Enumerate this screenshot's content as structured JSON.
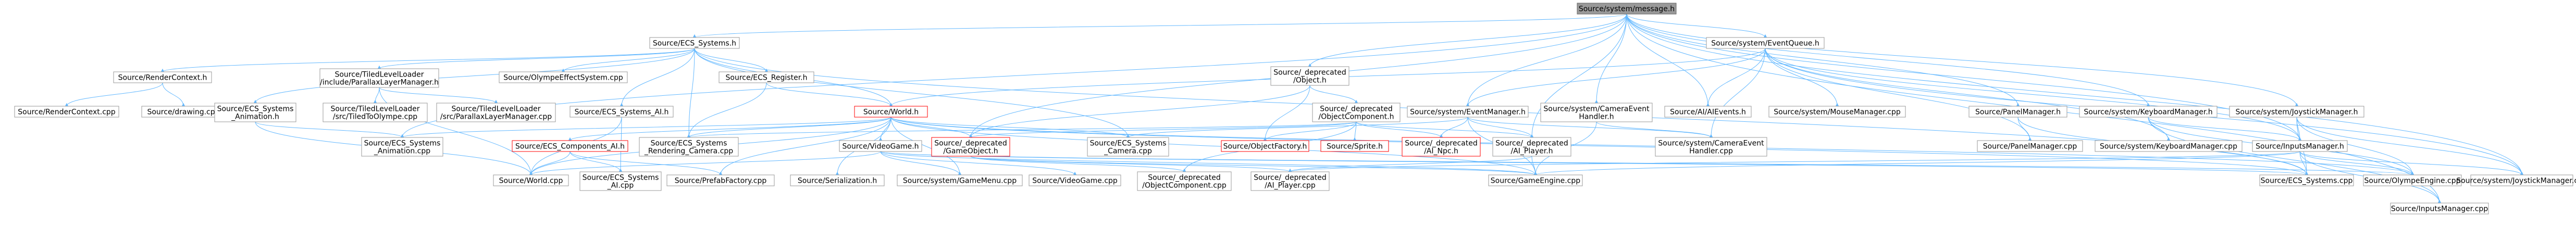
{
  "graph": {
    "title": "Source/system/message.h include dependency graph",
    "colors": {
      "edge": "#63b8ff",
      "normal_fill": "#ffffff",
      "normal_stroke": "#999999",
      "root_fill": "#999999",
      "root_stroke": "#666666",
      "highlight_stroke": "#ff0000"
    },
    "nodes": [
      {
        "id": "message_h",
        "label": "Source/system/message.h",
        "style": "root"
      },
      {
        "id": "ecs_systems_h",
        "label": "Source/ECS_Systems.h"
      },
      {
        "id": "render_context_h",
        "label": "Source/RenderContext.h"
      },
      {
        "id": "tiled_parallax_h",
        "label": "Source/TiledLevelLoader\n/include/ParallaxLayerManager.h"
      },
      {
        "id": "olympe_effect_cpp",
        "label": "Source/OlympeEffectSystem.cpp"
      },
      {
        "id": "ecs_register_h",
        "label": "Source/ECS_Register.h"
      },
      {
        "id": "deprecated_object_h",
        "label": "Source/_deprecated\n/Object.h"
      },
      {
        "id": "event_queue_h",
        "label": "Source/system/EventQueue.h"
      },
      {
        "id": "render_context_cpp",
        "label": "Source/RenderContext.cpp"
      },
      {
        "id": "drawing_cpp",
        "label": "Source/drawing.cpp"
      },
      {
        "id": "ecs_animation_h",
        "label": "Source/ECS_Systems\n_Animation.h"
      },
      {
        "id": "tiled_to_olympe_cpp",
        "label": "Source/TiledLevelLoader\n/src/TiledToOlympe.cpp"
      },
      {
        "id": "tiled_parallax_cpp",
        "label": "Source/TiledLevelLoader\n/src/ParallaxLayerManager.cpp"
      },
      {
        "id": "ecs_ai_h",
        "label": "Source/ECS_Systems_AI.h"
      },
      {
        "id": "world_h",
        "label": "Source/World.h",
        "style": "highlight"
      },
      {
        "id": "deprecated_objectcomponent_h",
        "label": "Source/_deprecated\n/ObjectComponent.h"
      },
      {
        "id": "event_manager_h",
        "label": "Source/system/EventManager.h"
      },
      {
        "id": "camera_event_handler_h",
        "label": "Source/system/CameraEvent\nHandler.h"
      },
      {
        "id": "ai_events_h",
        "label": "Source/AI/AIEvents.h"
      },
      {
        "id": "mouse_manager_cpp",
        "label": "Source/system/MouseManager.cpp"
      },
      {
        "id": "panel_manager_h",
        "label": "Source/PanelManager.h"
      },
      {
        "id": "keyboard_manager_h",
        "label": "Source/system/KeyboardManager.h"
      },
      {
        "id": "joystick_manager_h",
        "label": "Source/system/JoystickManager.h"
      },
      {
        "id": "ecs_animation_cpp",
        "label": "Source/ECS_Systems\n_Animation.cpp"
      },
      {
        "id": "ecs_components_ai_h",
        "label": "Source/ECS_Components_AI.h",
        "style": "highlight"
      },
      {
        "id": "ecs_rendering_camera_cpp",
        "label": "Source/ECS_Systems\n_Rendering_Camera.cpp"
      },
      {
        "id": "videogame_h",
        "label": "Source/VideoGame.h"
      },
      {
        "id": "deprecated_gameobject_h",
        "label": "Source/_deprecated\n/GameObject.h",
        "style": "highlight"
      },
      {
        "id": "ecs_camera_cpp",
        "label": "Source/ECS_Systems\n_Camera.cpp"
      },
      {
        "id": "object_factory_h",
        "label": "Source/ObjectFactory.h",
        "style": "highlight"
      },
      {
        "id": "sprite_h",
        "label": "Source/Sprite.h",
        "style": "highlight"
      },
      {
        "id": "ai_npc_h",
        "label": "Source/_deprecated\n/AI_Npc.h",
        "style": "highlight"
      },
      {
        "id": "ai_player_h",
        "label": "Source/_deprecated\n/AI_Player.h"
      },
      {
        "id": "camera_event_handler_cpp",
        "label": "Source/system/CameraEvent\nHandler.cpp"
      },
      {
        "id": "panel_manager_cpp",
        "label": "Source/PanelManager.cpp"
      },
      {
        "id": "keyboard_manager_cpp",
        "label": "Source/system/KeyboardManager.cpp"
      },
      {
        "id": "input_manager_h",
        "label": "Source/InputsManager.h"
      },
      {
        "id": "world_cpp",
        "label": "Source/World.cpp"
      },
      {
        "id": "ecs_ai_cpp",
        "label": "Source/ECS_Systems\n_AI.cpp"
      },
      {
        "id": "prefab_factory_cpp",
        "label": "Source/PrefabFactory.cpp"
      },
      {
        "id": "serialization_h",
        "label": "Source/Serialization.h"
      },
      {
        "id": "game_menu_cpp",
        "label": "Source/system/GameMenu.cpp"
      },
      {
        "id": "videogame_cpp",
        "label": "Source/VideoGame.cpp"
      },
      {
        "id": "deprecated_objectcomponent_cpp",
        "label": "Source/_deprecated\n/ObjectComponent.cpp"
      },
      {
        "id": "ai_player_cpp",
        "label": "Source/_deprecated\n/AI_Player.cpp"
      },
      {
        "id": "game_engine_cpp",
        "label": "Source/GameEngine.cpp"
      },
      {
        "id": "ecs_systems_cpp",
        "label": "Source/ECS_Systems.cpp"
      },
      {
        "id": "olympe_engine_cpp",
        "label": "Source/OlympeEngine.cpp"
      },
      {
        "id": "inputs_manager_cpp",
        "label": "Source/InputsManager.cpp"
      },
      {
        "id": "joystick_manager_cpp",
        "label": "Source/system/JoystickManager.cpp"
      }
    ],
    "edges": [
      [
        "message_h",
        "ecs_systems_h"
      ],
      [
        "message_h",
        "deprecated_object_h"
      ],
      [
        "message_h",
        "event_queue_h"
      ],
      [
        "message_h",
        "event_manager_h"
      ],
      [
        "message_h",
        "camera_event_handler_h"
      ],
      [
        "message_h",
        "ai_events_h"
      ],
      [
        "message_h",
        "panel_manager_h"
      ],
      [
        "message_h",
        "keyboard_manager_h"
      ],
      [
        "message_h",
        "joystick_manager_h"
      ],
      [
        "message_h",
        "ecs_animation_cpp"
      ],
      [
        "message_h",
        "deprecated_gameobject_h"
      ],
      [
        "message_h",
        "ai_player_h"
      ],
      [
        "message_h",
        "input_manager_h"
      ],
      [
        "message_h",
        "inputs_manager_cpp"
      ],
      [
        "message_h",
        "joystick_manager_cpp"
      ],
      [
        "ecs_systems_h",
        "render_context_h"
      ],
      [
        "ecs_systems_h",
        "tiled_parallax_h"
      ],
      [
        "ecs_systems_h",
        "olympe_effect_cpp"
      ],
      [
        "ecs_systems_h",
        "ecs_register_h"
      ],
      [
        "ecs_systems_h",
        "ecs_animation_h"
      ],
      [
        "ecs_systems_h",
        "ecs_ai_h"
      ],
      [
        "ecs_systems_h",
        "world_h"
      ],
      [
        "ecs_systems_h",
        "ecs_rendering_camera_cpp"
      ],
      [
        "ecs_systems_h",
        "ecs_camera_cpp"
      ],
      [
        "ecs_systems_h",
        "ecs_systems_cpp"
      ],
      [
        "render_context_h",
        "render_context_cpp"
      ],
      [
        "render_context_h",
        "drawing_cpp"
      ],
      [
        "tiled_parallax_h",
        "tiled_to_olympe_cpp"
      ],
      [
        "tiled_parallax_h",
        "tiled_parallax_cpp"
      ],
      [
        "tiled_parallax_h",
        "world_cpp"
      ],
      [
        "ecs_register_h",
        "world_h"
      ],
      [
        "ecs_register_h",
        "ecs_rendering_camera_cpp"
      ],
      [
        "deprecated_object_h",
        "deprecated_objectcomponent_h"
      ],
      [
        "deprecated_object_h",
        "deprecated_gameobject_h"
      ],
      [
        "deprecated_object_h",
        "object_factory_h"
      ],
      [
        "event_queue_h",
        "world_h"
      ],
      [
        "event_queue_h",
        "event_manager_h"
      ],
      [
        "event_queue_h",
        "ai_events_h"
      ],
      [
        "event_queue_h",
        "mouse_manager_cpp"
      ],
      [
        "event_queue_h",
        "panel_manager_cpp"
      ],
      [
        "event_queue_h",
        "keyboard_manager_cpp"
      ],
      [
        "event_queue_h",
        "input_manager_h"
      ],
      [
        "event_queue_h",
        "joystick_manager_cpp"
      ],
      [
        "event_queue_h",
        "camera_event_handler_cpp"
      ],
      [
        "ecs_animation_h",
        "ecs_animation_cpp"
      ],
      [
        "ecs_animation_h",
        "world_cpp"
      ],
      [
        "ecs_ai_h",
        "ecs_ai_cpp"
      ],
      [
        "ecs_ai_h",
        "world_cpp"
      ],
      [
        "world_h",
        "ecs_animation_cpp"
      ],
      [
        "world_h",
        "ecs_components_ai_h"
      ],
      [
        "world_h",
        "ecs_rendering_camera_cpp"
      ],
      [
        "world_h",
        "videogame_h"
      ],
      [
        "world_h",
        "deprecated_gameobject_h"
      ],
      [
        "world_h",
        "ecs_camera_cpp"
      ],
      [
        "world_h",
        "world_cpp"
      ],
      [
        "world_h",
        "prefab_factory_cpp"
      ],
      [
        "world_h",
        "serialization_h"
      ],
      [
        "world_h",
        "game_menu_cpp"
      ],
      [
        "world_h",
        "ecs_systems_cpp"
      ],
      [
        "world_h",
        "game_engine_cpp"
      ],
      [
        "world_h",
        "olympe_engine_cpp"
      ],
      [
        "ecs_components_ai_h",
        "world_cpp"
      ],
      [
        "ecs_components_ai_h",
        "ecs_ai_cpp"
      ],
      [
        "ecs_components_ai_h",
        "prefab_factory_cpp"
      ],
      [
        "videogame_h",
        "world_cpp"
      ],
      [
        "videogame_h",
        "game_menu_cpp"
      ],
      [
        "videogame_h",
        "videogame_cpp"
      ],
      [
        "videogame_h",
        "game_engine_cpp"
      ],
      [
        "videogame_h",
        "olympe_engine_cpp"
      ],
      [
        "videogame_h",
        "ecs_systems_cpp"
      ],
      [
        "deprecated_gameobject_h",
        "deprecated_objectcomponent_cpp"
      ],
      [
        "deprecated_gameobject_h",
        "ai_player_cpp"
      ],
      [
        "deprecated_gameobject_h",
        "game_engine_cpp"
      ],
      [
        "deprecated_objectcomponent_h",
        "ecs_rendering_camera_cpp"
      ],
      [
        "deprecated_objectcomponent_h",
        "deprecated_gameobject_h"
      ],
      [
        "deprecated_objectcomponent_h",
        "object_factory_h"
      ],
      [
        "deprecated_objectcomponent_h",
        "sprite_h"
      ],
      [
        "deprecated_objectcomponent_h",
        "ai_npc_h"
      ],
      [
        "deprecated_objectcomponent_h",
        "ai_player_h"
      ],
      [
        "deprecated_objectcomponent_h",
        "deprecated_objectcomponent_cpp"
      ],
      [
        "event_manager_h",
        "ecs_camera_cpp"
      ],
      [
        "event_manager_h",
        "ai_npc_h"
      ],
      [
        "event_manager_h",
        "ai_player_h"
      ],
      [
        "event_manager_h",
        "camera_event_handler_cpp"
      ],
      [
        "event_manager_h",
        "game_engine_cpp"
      ],
      [
        "camera_event_handler_h",
        "camera_event_handler_cpp"
      ],
      [
        "camera_event_handler_h",
        "game_engine_cpp"
      ],
      [
        "panel_manager_h",
        "panel_manager_cpp"
      ],
      [
        "panel_manager_h",
        "ecs_systems_cpp"
      ],
      [
        "keyboard_manager_h",
        "keyboard_manager_cpp"
      ],
      [
        "keyboard_manager_h",
        "input_manager_h"
      ],
      [
        "keyboard_manager_h",
        "olympe_engine_cpp"
      ],
      [
        "keyboard_manager_h",
        "inputs_manager_cpp"
      ],
      [
        "joystick_manager_h",
        "input_manager_h"
      ],
      [
        "joystick_manager_h",
        "olympe_engine_cpp"
      ],
      [
        "joystick_manager_h",
        "joystick_manager_cpp"
      ],
      [
        "joystick_manager_h",
        "ecs_systems_cpp"
      ],
      [
        "input_manager_h",
        "ai_player_cpp"
      ],
      [
        "input_manager_h",
        "ecs_systems_cpp"
      ],
      [
        "input_manager_h",
        "olympe_engine_cpp"
      ],
      [
        "input_manager_h",
        "inputs_manager_cpp"
      ],
      [
        "input_manager_h",
        "joystick_manager_cpp"
      ],
      [
        "input_manager_h",
        "game_engine_cpp"
      ],
      [
        "ai_player_h",
        "ai_player_cpp"
      ],
      [
        "ai_player_h",
        "game_engine_cpp"
      ]
    ]
  }
}
